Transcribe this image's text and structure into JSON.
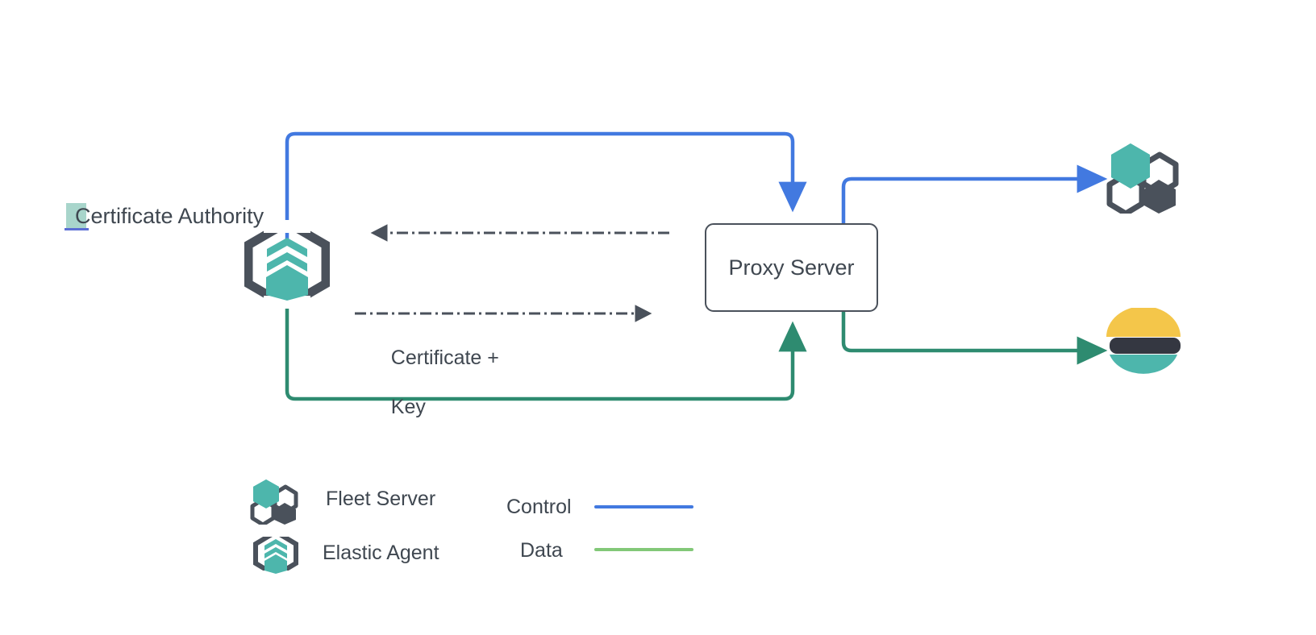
{
  "diagram": {
    "title_text": "Certificate Authority",
    "selection": {
      "selected_char": "C",
      "highlight_color": "#a8d5cb",
      "underline_color": "#5b6fd4"
    },
    "nodes": {
      "certificate_authority": {
        "label": "Certificate Authority",
        "icon": "elastic-agent-icon"
      },
      "proxy_server": {
        "label": "Proxy Server",
        "border_color": "#4a515b"
      },
      "fleet_server": {
        "label": "",
        "icon": "fleet-server-icon"
      },
      "elasticsearch": {
        "label": "",
        "icon": "elasticsearch-icon"
      }
    },
    "edge_labels": {
      "certificate_key_line1": "Certificate +",
      "certificate_key_line2": "Key"
    },
    "legend": {
      "items": [
        {
          "label": "Fleet Server",
          "icon": "fleet-server-icon"
        },
        {
          "label": "Elastic Agent",
          "icon": "elastic-agent-icon"
        }
      ],
      "lines": [
        {
          "label": "Control",
          "color": "#4279e0"
        },
        {
          "label": "Data",
          "color": "#82c878"
        }
      ]
    },
    "colors": {
      "control_blue": "#4279e0",
      "data_green": "#2e8b70",
      "legend_data_green": "#82c878",
      "teal": "#4db6ac",
      "dark_slate": "#4a515b",
      "text": "#3f4750",
      "es_yellow": "#f4c64a",
      "es_teal": "#4db6ac",
      "es_dark": "#343741"
    }
  }
}
